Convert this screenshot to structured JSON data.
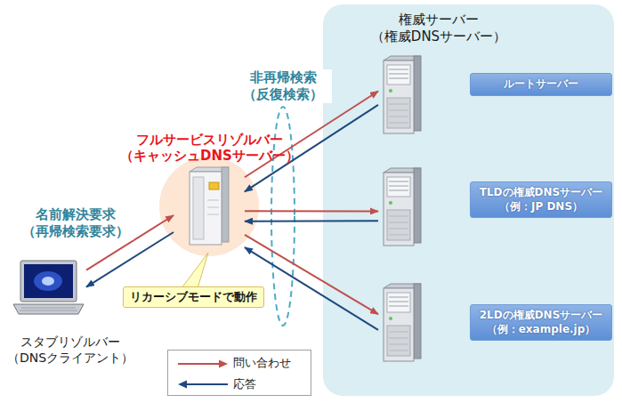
{
  "diagram": {
    "nodes": [
      {
        "text": [
          "権威サーバー （権威DNSサーバー）"
        ]
      },
      {
        "text": [
          "ルートサーバー"
        ],
        "in": 0
      },
      {
        "text": [
          "TLDの権威DNSサーバー （例：JP DNS）"
        ],
        "in": 0
      },
      {
        "text": [
          "2LDの権威DNSサーバー （例：example.jp）"
        ],
        "in": 0
      },
      {
        "text": [
          "フルサービスリゾルバー （キャッシュDNSサーバー）"
        ]
      },
      {
        "text": [
          "リカーシブモードで動作"
        ]
      },
      {
        "text": [
          "スタブリゾルバー （DNSクライアント）"
        ]
      }
    ],
    "edges": [
      {
        "from": 6,
        "to": 4,
        "arrow": "to"
      },
      {
        "from": 4,
        "to": 6,
        "arrow": "to"
      },
      {
        "from": 4,
        "to": 1,
        "arrow": "to"
      },
      {
        "from": 1,
        "to": 4,
        "arrow": "to"
      },
      {
        "from": 4,
        "to": 2,
        "arrow": "to"
      },
      {
        "from": 2,
        "to": 4,
        "arrow": "to"
      },
      {
        "from": 4,
        "to": 3,
        "arrow": "to"
      },
      {
        "from": 3,
        "to": 4,
        "arrow": "to"
      }
    ],
    "labels": [
      "名前解決要求 （再帰検索要求）",
      "非再帰検索 （反復検索）"
    ],
    "legend": [
      {
        "text": "問い合わせ"
      },
      {
        "text": "応答"
      }
    ]
  }
}
